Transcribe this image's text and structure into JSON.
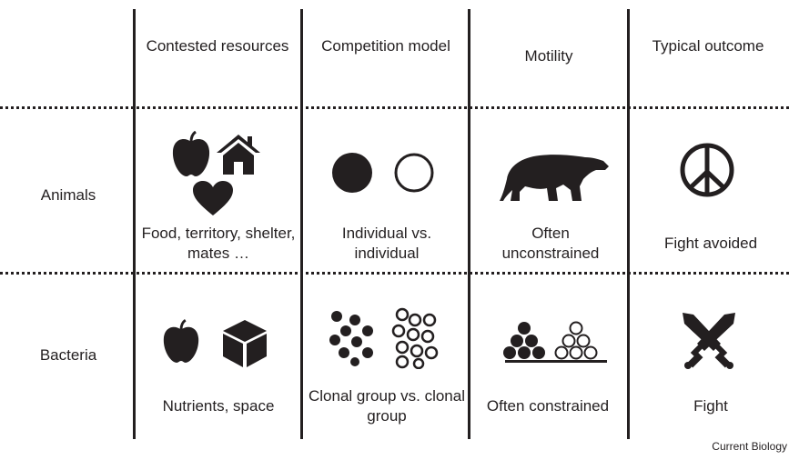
{
  "headers": {
    "contested_resources": "Contested resources",
    "competition_model": "Competition model",
    "motility": "Motility",
    "typical_outcome": "Typical outcome"
  },
  "rows": {
    "animals": {
      "label": "Animals",
      "resources": "Food, territory, shelter, mates …",
      "competition": "Individual vs. individual",
      "motility": "Often unconstrained",
      "outcome": "Fight avoided"
    },
    "bacteria": {
      "label": "Bacteria",
      "resources": "Nutrients, space",
      "competition": "Clonal group vs. clonal group",
      "motility": "Often constrained",
      "outcome": "Fight"
    }
  },
  "footer": "Current Biology",
  "icons": {
    "animals_resources": [
      "apple-icon",
      "house-icon",
      "heart-icon"
    ],
    "animals_competition": [
      "filled-circle-icon",
      "open-circle-icon"
    ],
    "animals_motility": [
      "bear-icon"
    ],
    "animals_outcome": [
      "peace-icon"
    ],
    "bacteria_resources": [
      "apple-icon",
      "cube-icon"
    ],
    "bacteria_competition": [
      "filled-dots-cluster-icon",
      "open-dots-cluster-icon"
    ],
    "bacteria_motility": [
      "stacked-cells-icon"
    ],
    "bacteria_outcome": [
      "crossed-swords-icon"
    ]
  },
  "colors": {
    "ink": "#231f20",
    "background": "#ffffff"
  }
}
